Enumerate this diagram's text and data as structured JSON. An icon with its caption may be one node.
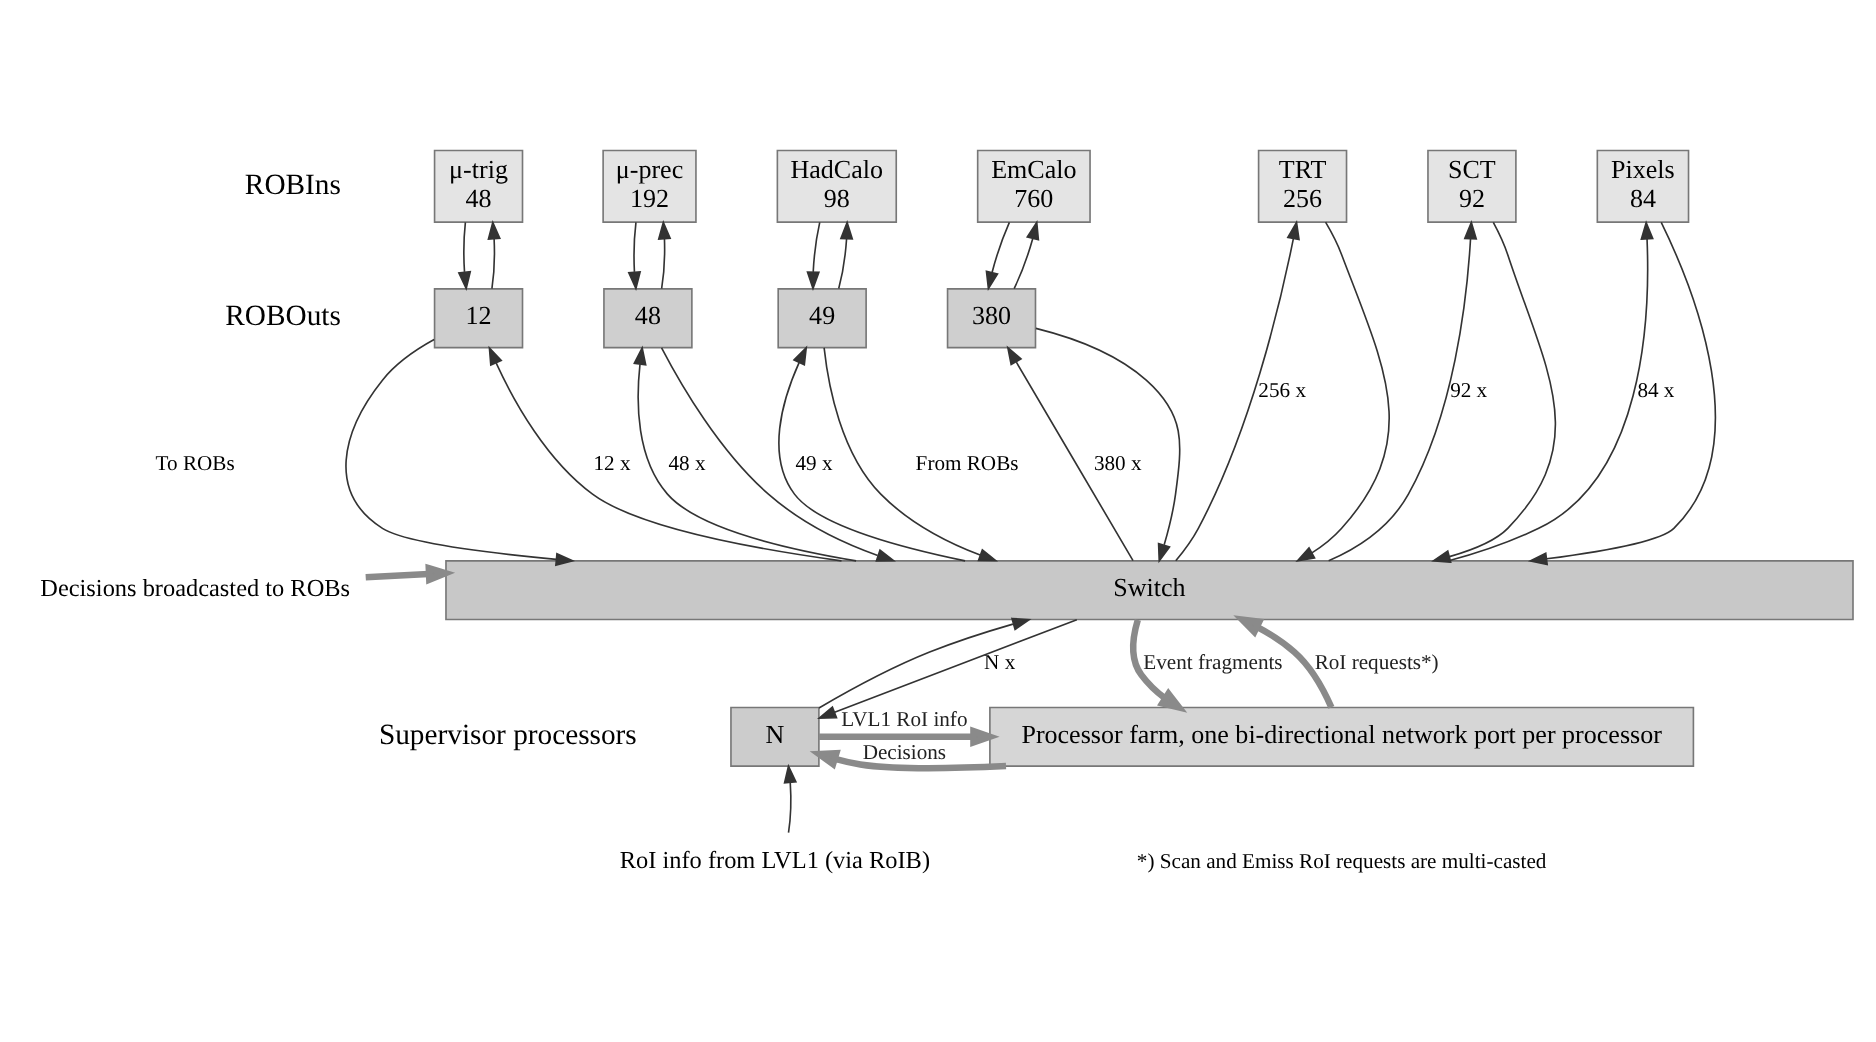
{
  "diagram": {
    "nodes": [
      {
        "text": [
          "μ-trig",
          "48"
        ]
      },
      {
        "text": [
          "μ-prec",
          "192"
        ]
      },
      {
        "text": [
          "HadCalo",
          "98"
        ]
      },
      {
        "text": [
          "EmCalo",
          "760"
        ]
      },
      {
        "text": [
          "TRT",
          "256"
        ]
      },
      {
        "text": [
          "SCT",
          "92"
        ]
      },
      {
        "text": [
          "Pixels",
          "84"
        ]
      },
      {
        "text": [
          "12"
        ]
      },
      {
        "text": [
          "48"
        ]
      },
      {
        "text": [
          "49"
        ]
      },
      {
        "text": [
          "380"
        ]
      },
      {
        "text": [
          "Switch"
        ]
      },
      {
        "text": [
          "Decisions broadcasted to ROBs"
        ]
      },
      {
        "text": [
          "N"
        ]
      },
      {
        "text": [
          "Processor farm, one bi-directional network port per processor"
        ]
      },
      {
        "text": [
          "RoI info from LVL1 (via RoIB)"
        ]
      }
    ],
    "edges": [
      {
        "from": 0,
        "to": 7,
        "arrow": "to"
      },
      {
        "from": 7,
        "to": 0,
        "arrow": "to"
      },
      {
        "from": 1,
        "to": 8,
        "arrow": "to"
      },
      {
        "from": 8,
        "to": 1,
        "arrow": "to"
      },
      {
        "from": 2,
        "to": 9,
        "arrow": "to"
      },
      {
        "from": 9,
        "to": 2,
        "arrow": "to"
      },
      {
        "from": 3,
        "to": 10,
        "arrow": "to"
      },
      {
        "from": 10,
        "to": 3,
        "arrow": "to"
      },
      {
        "from": 7,
        "to": 11,
        "arrow": "to"
      },
      {
        "from": 11,
        "to": 7,
        "arrow": "to",
        "label": "12 x"
      },
      {
        "from": 8,
        "to": 11,
        "arrow": "to"
      },
      {
        "from": 11,
        "to": 8,
        "arrow": "to",
        "label": "48 x"
      },
      {
        "from": 9,
        "to": 11,
        "arrow": "to"
      },
      {
        "from": 11,
        "to": 9,
        "arrow": "to",
        "label": "49 x"
      },
      {
        "from": 10,
        "to": 11,
        "arrow": "to"
      },
      {
        "from": 11,
        "to": 10,
        "arrow": "to",
        "label": "380 x"
      },
      {
        "from": 4,
        "to": 11,
        "arrow": "to"
      },
      {
        "from": 11,
        "to": 4,
        "arrow": "to",
        "label": "256 x"
      },
      {
        "from": 5,
        "to": 11,
        "arrow": "to"
      },
      {
        "from": 11,
        "to": 5,
        "arrow": "to",
        "label": "92 x"
      },
      {
        "from": 6,
        "to": 11,
        "arrow": "to"
      },
      {
        "from": 11,
        "to": 6,
        "arrow": "to",
        "label": "84 x"
      },
      {
        "from": 11,
        "to": 13,
        "arrow": "to",
        "label": "N x"
      },
      {
        "from": 13,
        "to": 11,
        "arrow": "to"
      },
      {
        "from": 15,
        "to": 13,
        "arrow": "to"
      },
      {
        "from": 12,
        "to": 11,
        "arrow": "to",
        "style": "thick",
        "color": "#8a8a8a"
      },
      {
        "from": 13,
        "to": 14,
        "arrow": "to",
        "label": "LVL1 RoI info",
        "style": "thick",
        "color": "#8a8a8a"
      },
      {
        "from": 14,
        "to": 13,
        "arrow": "to",
        "label": "Decisions",
        "style": "thick",
        "color": "#8a8a8a"
      },
      {
        "from": 14,
        "to": 11,
        "arrow": "to",
        "label": "RoI requests*)",
        "style": "thick",
        "color": "#8a8a8a"
      },
      {
        "from": 11,
        "to": 14,
        "arrow": "to",
        "label": "Event fragments",
        "style": "thick",
        "color": "#8a8a8a"
      }
    ],
    "labels": [
      "ROBIns",
      "ROBOuts",
      "To ROBs",
      "From ROBs",
      "Supervisor processors",
      "*) Scan and Emiss RoI requests are multi-casted"
    ]
  }
}
